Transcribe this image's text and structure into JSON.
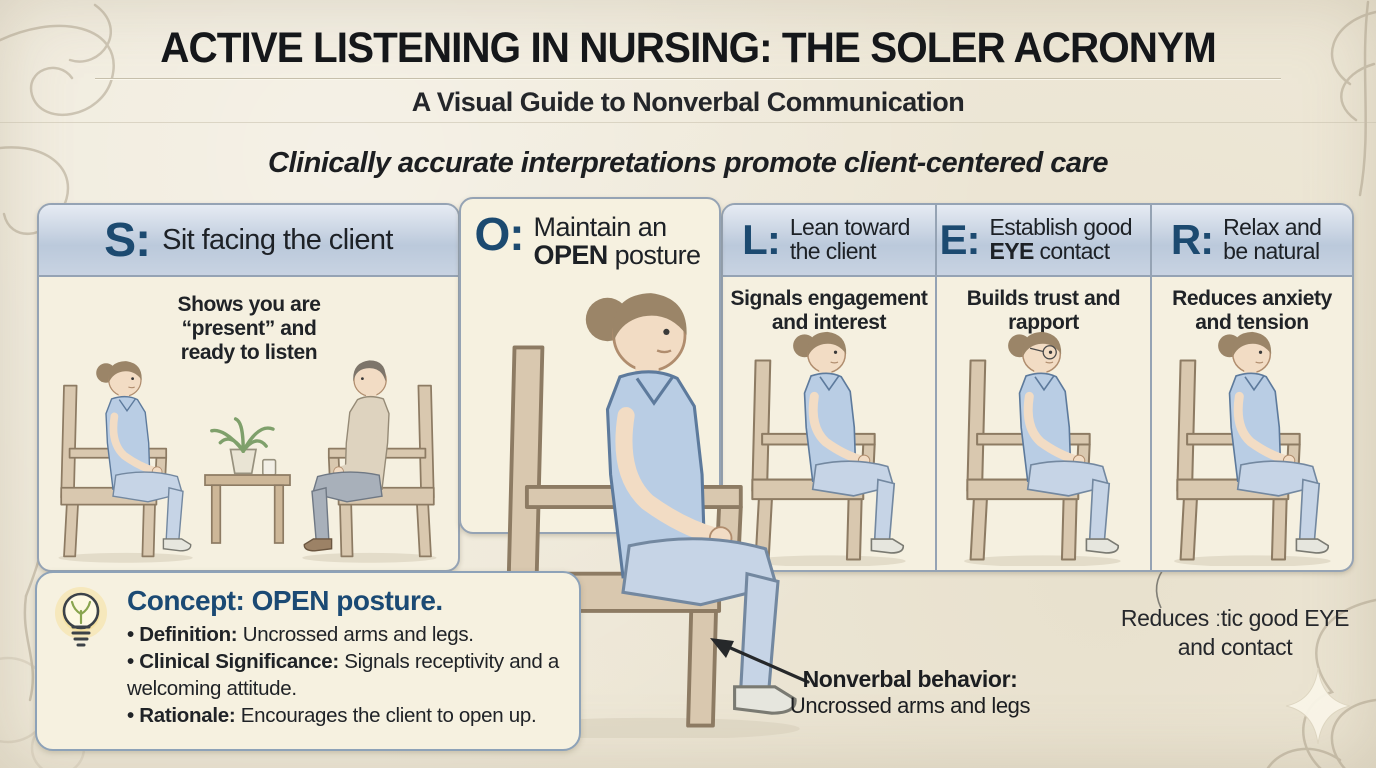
{
  "page": {
    "title": "ACTIVE LISTENING IN NURSING: THE SOLER ACRONYM",
    "subtitle": "A Visual Guide to Nonverbal Communication",
    "tagline": "Clinically accurate interpretations promote client-centered care"
  },
  "colors": {
    "background_parchment": "#efe9d9",
    "panel_background": "#f5f0e0",
    "panel_border": "#95a3b4",
    "header_blue_top": "#e6ebf3",
    "header_blue_bottom": "#bbc9db",
    "accent_navy": "#1c4a70",
    "text_dark": "#1d2126",
    "scrub_blue": "#b9cde4",
    "wood_tan": "#d9c8af",
    "bulb_glow_yellow": "#f5d878"
  },
  "panels": [
    {
      "letter": "S:",
      "title_pre": "Sit facing the client",
      "title_bold": "",
      "title_post": "",
      "desc": "Shows you are “present” and ready to listen"
    },
    {
      "letter": "O:",
      "title_pre": "Maintain an ",
      "title_bold": "OPEN",
      "title_post": " posture",
      "desc": ""
    },
    {
      "letter": "L:",
      "title_pre": "Lean toward the client",
      "title_bold": "",
      "title_post": "",
      "desc": "Signals engagement and interest"
    },
    {
      "letter": "E:",
      "title_pre": "Establish good ",
      "title_bold": "EYE",
      "title_post": " contact",
      "desc": "Builds trust and rapport"
    },
    {
      "letter": "R:",
      "title_pre": "Relax and be natural",
      "title_bold": "",
      "title_post": "",
      "desc": "Reduces anxiety and tension"
    }
  ],
  "concept_box": {
    "icon": "lightbulb-icon",
    "title": "Concept: OPEN posture.",
    "bullets": [
      {
        "lead": "Definition:",
        "text": "Uncrossed arms and legs."
      },
      {
        "lead": "Clinical Significance:",
        "text": "Signals receptivity and a welcoming attitude."
      },
      {
        "lead": "Rationale:",
        "text": "Encourages the client to open up."
      }
    ]
  },
  "annotations": {
    "nonverbal": {
      "lead": "Nonverbal behavior:",
      "text": "Uncrossed arms and legs"
    },
    "artifact": {
      "line1": "Reduces ːtic good EYE",
      "line2": "and contact"
    }
  },
  "scenes": {
    "s": "nurse and client seated facing each other across a small table with a plant",
    "o": "nurse seated in a wooden chair with open posture, uncrossed arms and legs",
    "l": "nurse leaning forward while seated",
    "e": "nurse with glasses seated making eye contact",
    "r": "nurse seated in a relaxed natural pose"
  }
}
